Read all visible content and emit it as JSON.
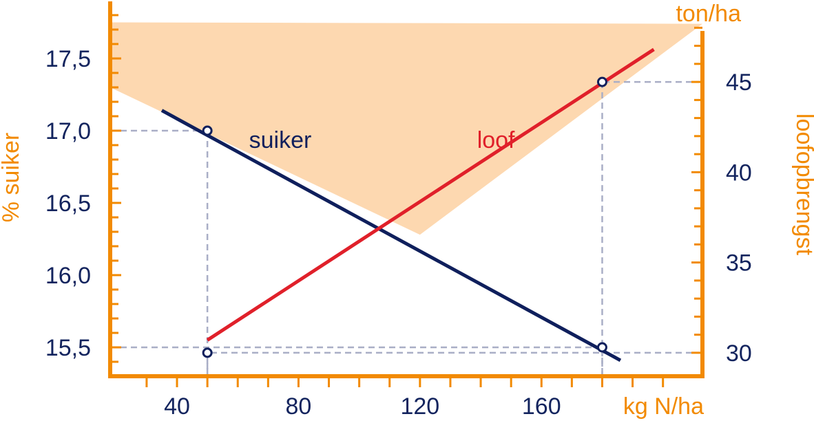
{
  "colors": {
    "axis": "#f28a00",
    "text": "#13245e",
    "sugar": "#0f1f5c",
    "foliage": "#e0202a",
    "band": "#fdd8b0",
    "guide": "#a9aec6"
  },
  "chart_data": {
    "type": "line",
    "title": "",
    "x_axis": {
      "label": "kg N/ha",
      "range": [
        18,
        213
      ],
      "ticks": [
        40,
        80,
        120,
        160
      ],
      "tick_labels": [
        "40",
        "80",
        "120",
        "160"
      ]
    },
    "y_axis_left": {
      "label": "% suiker",
      "range": [
        15.3,
        17.8
      ],
      "ticks": [
        15.5,
        16.0,
        16.5,
        17.0,
        17.5
      ],
      "tick_labels": [
        "15,5",
        "16,0",
        "16,5",
        "17,0",
        "17,5"
      ]
    },
    "y_axis_right": {
      "label": "loofopbrengst",
      "unit": "ton/ha",
      "range": [
        28.7,
        48.7
      ],
      "ticks": [
        30,
        35,
        40,
        45
      ],
      "tick_labels": [
        "30",
        "35",
        "40",
        "45"
      ]
    },
    "series": [
      {
        "name": "suiker",
        "axis": "left",
        "x": [
          35,
          186
        ],
        "y": [
          17.14,
          15.41
        ],
        "points": [
          {
            "x": 50,
            "y": 17.0
          },
          {
            "x": 180,
            "y": 15.5
          }
        ]
      },
      {
        "name": "loof",
        "axis": "right",
        "x": [
          50,
          197
        ],
        "y": [
          30.7,
          46.8
        ],
        "points": [
          {
            "x": 50,
            "y": 30.0
          },
          {
            "x": 180,
            "y": 45.0
          }
        ]
      }
    ],
    "shaded_area": {
      "axis": "left",
      "x": [
        18,
        213,
        213,
        120,
        18
      ],
      "y": [
        17.75,
        17.74,
        17.74,
        16.28,
        17.3
      ]
    },
    "grid": false
  }
}
